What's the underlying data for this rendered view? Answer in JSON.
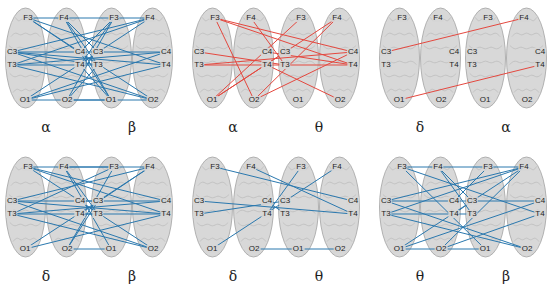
{
  "diagram": {
    "labels": [
      "F3",
      "F4",
      "C3",
      "C4",
      "T3",
      "T4",
      "O1",
      "O2",
      "F3",
      "F4",
      "C3",
      "C4",
      "T3",
      "T4",
      "O1",
      "O2",
      "α",
      "β",
      "F3",
      "F4",
      "C3",
      "C4",
      "T3",
      "T4",
      "O1",
      "O2",
      "F3",
      "F4",
      "C3",
      "C4",
      "T3",
      "T4",
      "O1",
      "O2",
      "α",
      "θ",
      "F3",
      "F4",
      "C3",
      "C4",
      "T3",
      "T4",
      "O1",
      "O2",
      "F3",
      "F4",
      "C3",
      "C4",
      "T3",
      "T4",
      "O1",
      "O2",
      "δ",
      "α",
      "F3",
      "F4",
      "C3",
      "C4",
      "T3",
      "T4",
      "O1",
      "O2",
      "F3",
      "F4",
      "C3",
      "C4",
      "T3",
      "T4",
      "O1",
      "O2",
      "δ",
      "β",
      "F3",
      "F4",
      "C3",
      "C4",
      "T3",
      "T4",
      "O1",
      "O2",
      "F3",
      "F4",
      "C3",
      "C4",
      "T3",
      "T4",
      "O1",
      "O2",
      "δ",
      "θ",
      "F3",
      "F4",
      "C3",
      "C4",
      "T3",
      "T4",
      "O1",
      "O2",
      "F3",
      "F4",
      "C3",
      "C4",
      "T3",
      "T4",
      "O1",
      "O2",
      "θ",
      "β"
    ]
  }
}
